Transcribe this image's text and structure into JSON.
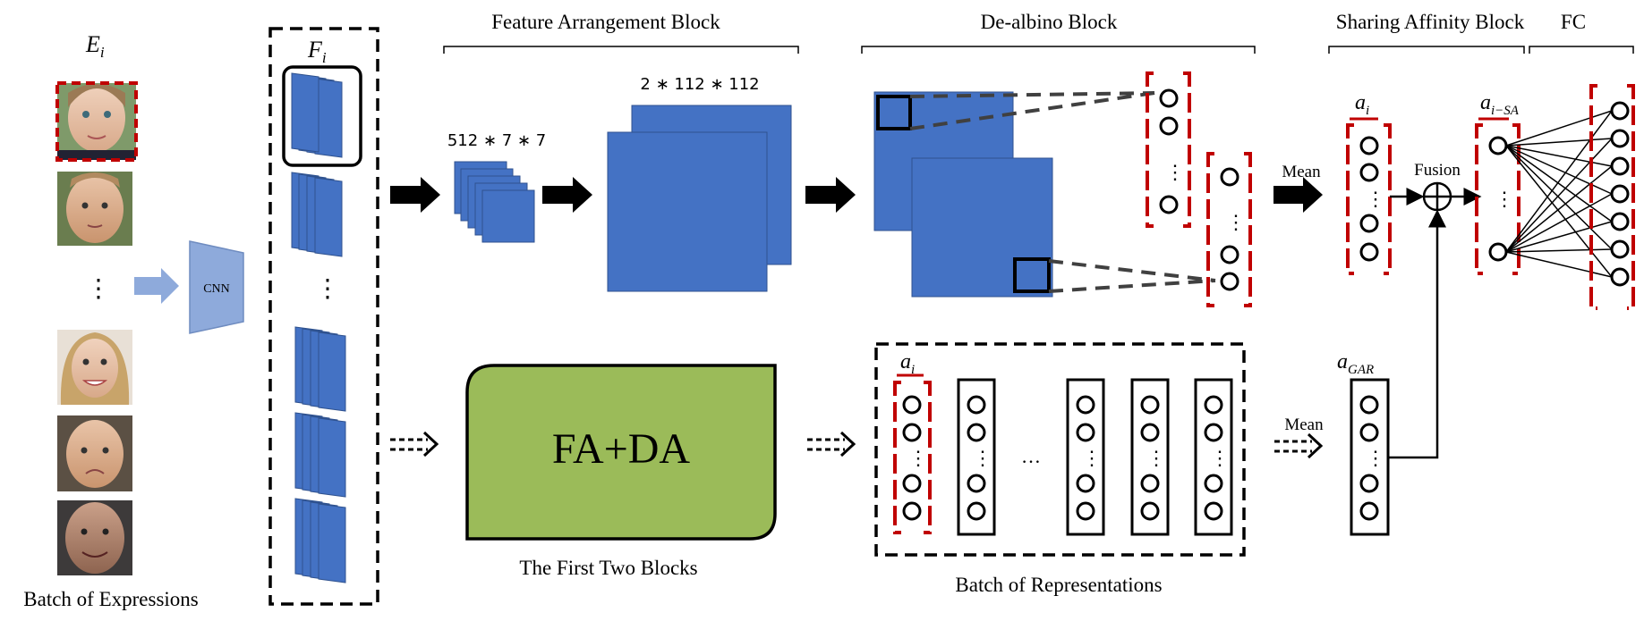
{
  "labels": {
    "e_main": "E",
    "e_sub": "i",
    "f_main": "F",
    "f_sub": "i",
    "batch_expressions": "Batch of Expressions",
    "cnn": "CNN",
    "feature_arrangement_block": "Feature Arrangement Block",
    "dim_small": "512 ∗ 7 ∗ 7",
    "dim_large": "2 ∗ 112 ∗ 112",
    "de_albino_block": "De-albino Block",
    "sharing_affinity_block": "Sharing Affinity Block",
    "fc": "FC",
    "mean_top": "Mean",
    "mean_bottom": "Mean",
    "fusion": "Fusion",
    "a_i_top_main": "a",
    "a_i_top_sub": "i",
    "a_isa_main": "a",
    "a_isa_sub": "i−SA",
    "a_gar_main": "a",
    "a_gar_sub": "GAR",
    "a_i_bottom_main": "a",
    "a_i_bottom_sub": "i",
    "fa_da": "FA+DA",
    "first_two_blocks": "The First Two Blocks",
    "batch_representations": "Batch of Representations",
    "ellipsis_h": "…",
    "vdots": "⋮"
  },
  "colors": {
    "feature_blue": "#4472c4",
    "feature_stroke": "#2f528f",
    "cnn_fill": "#8eaadb",
    "arrow_light": "#8eaadb",
    "fa_da_green": "#9bbb59",
    "highlight_red": "#c00000",
    "line_black": "#000000"
  },
  "face_icons": [
    "face-girl-icon",
    "face-boy-icon",
    "face-woman-icon",
    "face-child-sad-icon",
    "face-old-man-icon"
  ]
}
